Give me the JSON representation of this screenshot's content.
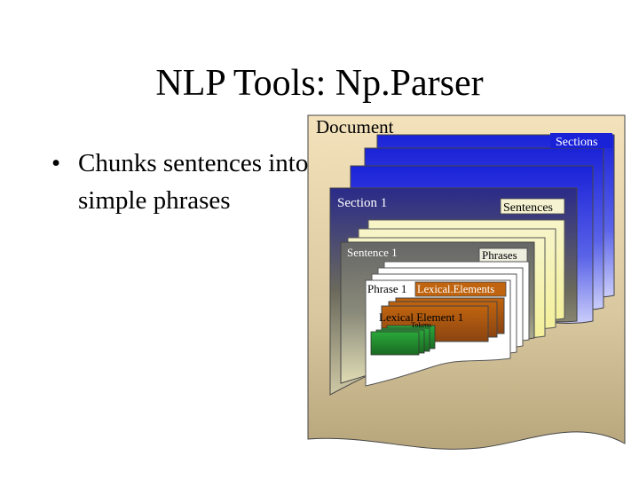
{
  "slide": {
    "title": "NLP Tools: Np.Parser",
    "bullet": "Chunks sentences into simple phrases"
  },
  "diagram": {
    "document_label": "Document",
    "sections_label": "Sections",
    "section_label": "Section 1",
    "sentences_label": "Sentences",
    "sentence_label": "Sentence 1",
    "phrases_label": "Phrases",
    "phrase_label": "Phrase 1",
    "lexical_elements_label": "Lexical.Elements",
    "lexical_element_label": "Lexical Element 1",
    "tokens_label": "Tokens"
  },
  "colors": {
    "document_bg": "#f4e2bb",
    "sections_blue": "#1f2ee0",
    "sentences_yellow": "#f7f39a",
    "phrases_grey": "#8a8a8a",
    "lexical_orange": "#b25a12",
    "tokens_green": "#1f8a2a"
  }
}
